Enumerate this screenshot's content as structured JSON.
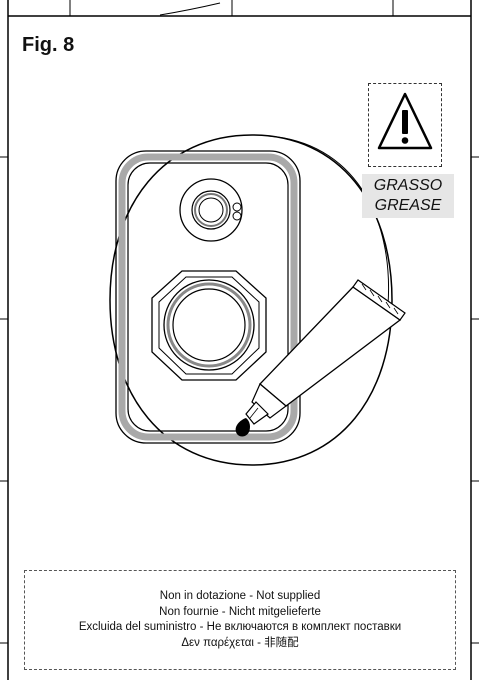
{
  "figure": {
    "title": "Fig. 8"
  },
  "warning": {
    "icon": "warning-triangle-icon",
    "line1": "GRASSO",
    "line2": "GREASE"
  },
  "note": {
    "line1": "Non in dotazione - Not supplied",
    "line2": "Non fournie - Nicht mitgelieferte",
    "line3": "Excluida del suministro - Не включаются в комплект поставки",
    "line4": "Δεν παρέχεται - 非随配"
  }
}
